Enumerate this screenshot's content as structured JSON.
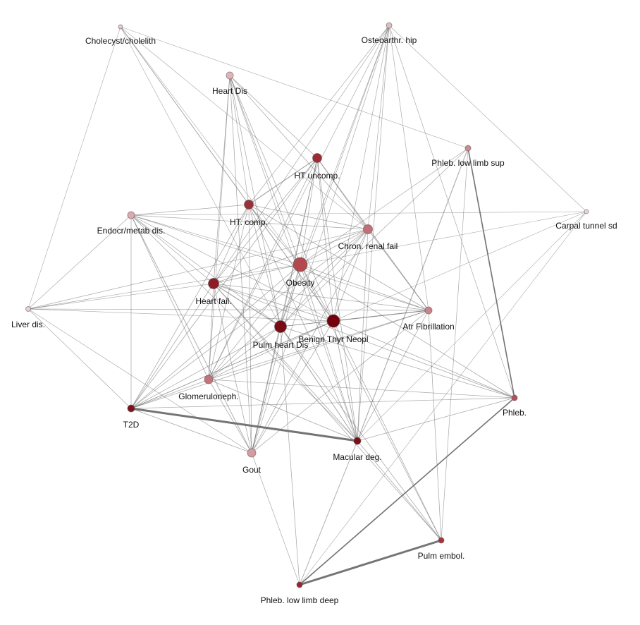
{
  "nodes": [
    {
      "id": "cholecyst",
      "label": "Cholecyst/cholelith",
      "color": "#e8c8cc",
      "size": 3
    },
    {
      "id": "osteo",
      "label": "Osteoarthr. hip",
      "color": "#e3bcc0",
      "size": 4
    },
    {
      "id": "heartdis",
      "label": "Heart Dis",
      "color": "#e2b4b9",
      "size": 5
    },
    {
      "id": "phlebsup",
      "label": "Phleb. low limb sup",
      "color": "#cf8a90",
      "size": 4
    },
    {
      "id": "htuncomp",
      "label": "HT uncomp.",
      "color": "#9e2a33",
      "size": 6.5
    },
    {
      "id": "htcomp",
      "label": "HT. comp.",
      "color": "#9a3038",
      "size": 6.5
    },
    {
      "id": "carpal",
      "label": "Carpal tunnel sd",
      "color": "#ecd4d7",
      "size": 3
    },
    {
      "id": "endocr",
      "label": "Endocr/metab dis.",
      "color": "#dfa8ae",
      "size": 5
    },
    {
      "id": "renal",
      "label": "Chron. renal fail",
      "color": "#c56e76",
      "size": 6.5
    },
    {
      "id": "obesity",
      "label": "Obesity",
      "color": "#b24850",
      "size": 10
    },
    {
      "id": "heartfail",
      "label": "Heart fail.",
      "color": "#8d1a24",
      "size": 7.5
    },
    {
      "id": "liver",
      "label": "Liver dis.",
      "color": "#ecd2d5",
      "size": 3.5
    },
    {
      "id": "pulmheart",
      "label": "Pulm heart Dis",
      "color": "#7a0b14",
      "size": 8.5
    },
    {
      "id": "benign",
      "label": "Benign Thyr Neopl",
      "color": "#73000c",
      "size": 9
    },
    {
      "id": "atrfib",
      "label": "Atr Fibrillation",
      "color": "#cc8389",
      "size": 5
    },
    {
      "id": "glomer",
      "label": "Glomeruloneph.",
      "color": "#c5737b",
      "size": 6
    },
    {
      "id": "phleb",
      "label": "Phleb.",
      "color": "#b3515a",
      "size": 4
    },
    {
      "id": "t2d",
      "label": "T2D",
      "color": "#7d1019",
      "size": 5
    },
    {
      "id": "macular",
      "label": "Macular deg.",
      "color": "#7b0e17",
      "size": 5
    },
    {
      "id": "gout",
      "label": "Gout",
      "color": "#d49ba1",
      "size": 6
    },
    {
      "id": "pulmembol",
      "label": "Pulm embol.",
      "color": "#a8333c",
      "size": 4
    },
    {
      "id": "phlebdeep",
      "label": "Phleb. low limb deep",
      "color": "#9a2530",
      "size": 4
    }
  ],
  "edges": [
    [
      "t2d",
      "macular",
      4
    ],
    [
      "phlebdeep",
      "pulmembol",
      4
    ],
    [
      "phlebdeep",
      "phleb",
      2.2
    ],
    [
      "phlebsup",
      "phleb",
      2.2
    ],
    [
      "phlebsup",
      "macular",
      1.4
    ],
    [
      "htcomp",
      "htuncomp",
      1.6
    ],
    [
      "heartfail",
      "pulmheart",
      1.6
    ],
    [
      "benign",
      "atrfib",
      1.6
    ],
    [
      "htuncomp",
      "atrfib",
      1.2
    ],
    [
      "heartdis",
      "htuncomp",
      1
    ],
    [
      "heartdis",
      "renal",
      1
    ],
    [
      "heartdis",
      "obesity",
      1
    ],
    [
      "heartdis",
      "heartfail",
      1
    ],
    [
      "heartdis",
      "pulmheart",
      1
    ],
    [
      "heartdis",
      "benign",
      1
    ],
    [
      "heartdis",
      "gout",
      1
    ],
    [
      "heartdis",
      "glomer",
      0.9
    ],
    [
      "heartdis",
      "macular",
      0.9
    ],
    [
      "heartdis",
      "htcomp",
      0.9
    ],
    [
      "cholecyst",
      "liver",
      0.8
    ],
    [
      "cholecyst",
      "obesity",
      0.8
    ],
    [
      "cholecyst",
      "phlebsup",
      0.8
    ],
    [
      "cholecyst",
      "renal",
      0.8
    ],
    [
      "cholecyst",
      "htcomp",
      0.8
    ],
    [
      "cholecyst",
      "benign",
      0.8
    ],
    [
      "cholecyst",
      "pulmheart",
      0.8
    ],
    [
      "osteo",
      "htcomp",
      0.9
    ],
    [
      "osteo",
      "heartfail",
      0.9
    ],
    [
      "osteo",
      "obesity",
      0.9
    ],
    [
      "osteo",
      "pulmheart",
      0.9
    ],
    [
      "osteo",
      "benign",
      0.9
    ],
    [
      "osteo",
      "renal",
      0.9
    ],
    [
      "osteo",
      "phleb",
      0.9
    ],
    [
      "osteo",
      "gout",
      0.9
    ],
    [
      "osteo",
      "carpal",
      0.8
    ],
    [
      "osteo",
      "atrfib",
      0.9
    ],
    [
      "osteo",
      "glomer",
      0.9
    ],
    [
      "osteo",
      "macular",
      0.9
    ],
    [
      "phlebsup",
      "pulmembol",
      0.9
    ],
    [
      "phlebsup",
      "obesity",
      0.9
    ],
    [
      "phlebsup",
      "pulmheart",
      0.9
    ],
    [
      "carpal",
      "endocr",
      0.8
    ],
    [
      "carpal",
      "t2d",
      0.8
    ],
    [
      "carpal",
      "obesity",
      0.8
    ],
    [
      "carpal",
      "macular",
      0.8
    ],
    [
      "carpal",
      "phlebdeep",
      0.8
    ],
    [
      "htuncomp",
      "heartfail",
      1
    ],
    [
      "htuncomp",
      "pulmheart",
      1
    ],
    [
      "htuncomp",
      "benign",
      1
    ],
    [
      "htuncomp",
      "obesity",
      1
    ],
    [
      "htuncomp",
      "renal",
      1
    ],
    [
      "htuncomp",
      "glomer",
      1
    ],
    [
      "htuncomp",
      "gout",
      1
    ],
    [
      "htuncomp",
      "t2d",
      1
    ],
    [
      "htuncomp",
      "macular",
      1
    ],
    [
      "htcomp",
      "obesity",
      1
    ],
    [
      "htcomp",
      "renal",
      1
    ],
    [
      "htcomp",
      "heartfail",
      1
    ],
    [
      "htcomp",
      "pulmheart",
      1
    ],
    [
      "htcomp",
      "benign",
      1
    ],
    [
      "htcomp",
      "atrfib",
      1
    ],
    [
      "htcomp",
      "glomer",
      1
    ],
    [
      "htcomp",
      "t2d",
      1
    ],
    [
      "htcomp",
      "macular",
      1
    ],
    [
      "htcomp",
      "gout",
      1
    ],
    [
      "htcomp",
      "endocr",
      1
    ],
    [
      "endocr",
      "renal",
      0.9
    ],
    [
      "endocr",
      "obesity",
      0.9
    ],
    [
      "endocr",
      "heartfail",
      0.9
    ],
    [
      "endocr",
      "pulmheart",
      0.9
    ],
    [
      "endocr",
      "benign",
      0.9
    ],
    [
      "endocr",
      "atrfib",
      0.9
    ],
    [
      "endocr",
      "glomer",
      1
    ],
    [
      "endocr",
      "t2d",
      1
    ],
    [
      "endocr",
      "gout",
      1.2
    ],
    [
      "endocr",
      "macular",
      0.9
    ],
    [
      "endocr",
      "liver",
      0.9
    ],
    [
      "renal",
      "obesity",
      1
    ],
    [
      "renal",
      "heartfail",
      1
    ],
    [
      "renal",
      "pulmheart",
      1
    ],
    [
      "renal",
      "benign",
      1
    ],
    [
      "renal",
      "atrfib",
      1.2
    ],
    [
      "renal",
      "glomer",
      1
    ],
    [
      "renal",
      "t2d",
      1
    ],
    [
      "renal",
      "macular",
      1
    ],
    [
      "renal",
      "gout",
      1
    ],
    [
      "renal",
      "liver",
      0.9
    ],
    [
      "obesity",
      "heartfail",
      1
    ],
    [
      "obesity",
      "pulmheart",
      1
    ],
    [
      "obesity",
      "benign",
      1
    ],
    [
      "obesity",
      "atrfib",
      1
    ],
    [
      "obesity",
      "glomer",
      1
    ],
    [
      "obesity",
      "t2d",
      1
    ],
    [
      "obesity",
      "macular",
      1
    ],
    [
      "obesity",
      "gout",
      1
    ],
    [
      "obesity",
      "liver",
      0.9
    ],
    [
      "obesity",
      "phleb",
      1
    ],
    [
      "obesity",
      "pulmembol",
      1
    ],
    [
      "heartfail",
      "benign",
      1
    ],
    [
      "heartfail",
      "atrfib",
      1
    ],
    [
      "heartfail",
      "glomer",
      1
    ],
    [
      "heartfail",
      "t2d",
      1
    ],
    [
      "heartfail",
      "gout",
      1
    ],
    [
      "heartfail",
      "macular",
      1
    ],
    [
      "heartfail",
      "liver",
      0.9
    ],
    [
      "heartfail",
      "phleb",
      1
    ],
    [
      "heartfail",
      "pulmembol",
      1
    ],
    [
      "pulmheart",
      "benign",
      1
    ],
    [
      "pulmheart",
      "atrfib",
      1
    ],
    [
      "pulmheart",
      "glomer",
      1
    ],
    [
      "pulmheart",
      "t2d",
      1
    ],
    [
      "pulmheart",
      "gout",
      1.2
    ],
    [
      "pulmheart",
      "macular",
      1.4
    ],
    [
      "pulmheart",
      "phlebdeep",
      1
    ],
    [
      "pulmheart",
      "phleb",
      1
    ],
    [
      "pulmheart",
      "pulmembol",
      1
    ],
    [
      "benign",
      "glomer",
      1
    ],
    [
      "benign",
      "t2d",
      1
    ],
    [
      "benign",
      "gout",
      1
    ],
    [
      "benign",
      "macular",
      1.2
    ],
    [
      "benign",
      "phleb",
      1
    ],
    [
      "benign",
      "pulmembol",
      1
    ],
    [
      "benign",
      "liver",
      0.9
    ],
    [
      "atrfib",
      "glomer",
      1
    ],
    [
      "atrfib",
      "t2d",
      1
    ],
    [
      "atrfib",
      "macular",
      1
    ],
    [
      "atrfib",
      "gout",
      1
    ],
    [
      "atrfib",
      "pulmembol",
      1
    ],
    [
      "atrfib",
      "liver",
      0.9
    ],
    [
      "glomer",
      "t2d",
      1
    ],
    [
      "glomer",
      "gout",
      1
    ],
    [
      "glomer",
      "macular",
      1
    ],
    [
      "liver",
      "t2d",
      0.9
    ],
    [
      "liver",
      "gout",
      0.9
    ],
    [
      "t2d",
      "gout",
      1
    ],
    [
      "macular",
      "phleb",
      1
    ],
    [
      "macular",
      "pulmembol",
      1
    ],
    [
      "macular",
      "phlebdeep",
      1.2
    ],
    [
      "gout",
      "phlebdeep",
      0.9
    ],
    [
      "glomer",
      "phleb",
      0.9
    ],
    [
      "t2d",
      "phleb",
      0.9
    ]
  ]
}
